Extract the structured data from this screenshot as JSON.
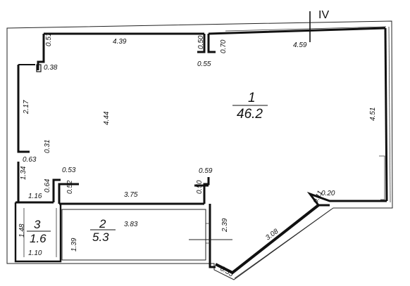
{
  "section_mark": "IV",
  "rooms": [
    {
      "number": "1",
      "area": "46.2"
    },
    {
      "number": "2",
      "area": "5.3"
    },
    {
      "number": "3",
      "area": "1.6"
    }
  ],
  "dimensions": {
    "top_left": "4.39",
    "top_right": "4.59",
    "pillar_top_w": "0.51",
    "pillar_top_d": "0.38",
    "notch_top_w": "0.50",
    "notch_top_d": "0.55",
    "notch_top_gap": "0.70",
    "left_upper": "2.17",
    "room_height": "4.44",
    "left_notch_h": "0.31",
    "left_notch_w": "0.63",
    "left_lower": "1.34",
    "right_wall": "4.51",
    "notch_b1_top": "0.53",
    "notch_b1_a": "0.64",
    "notch_b1_b": "0.52",
    "left_bottom": "1.16",
    "bath_top": "3.75",
    "notch_b2_top": "0.59",
    "notch_b2_side": "0.50",
    "angle_top": "0.20",
    "angle_small": "0.11",
    "diagonal": "3.08",
    "bottom_corner": "0.35",
    "bath_depth": "2.39",
    "bath_inner_w": "3.83",
    "wc_h": "1.48",
    "wc_w": "1.10",
    "wc_door": "1.39"
  }
}
